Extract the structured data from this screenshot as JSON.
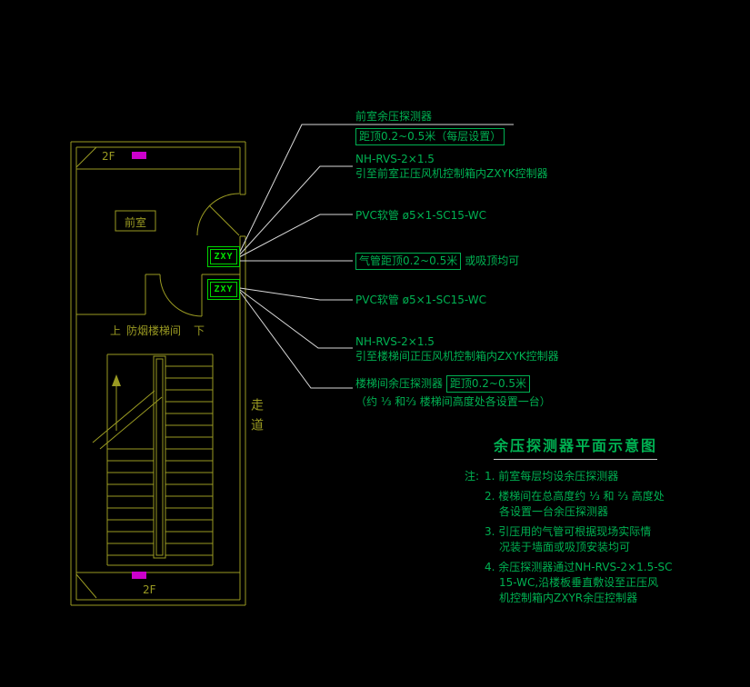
{
  "colors": {
    "background": "#000000",
    "plan_lines": "#9a9a22",
    "annotation_text": "#00b152",
    "detector_box": "#00d400",
    "leader_lines": "#d8d8d8",
    "level_marker": "#cc00cc"
  },
  "plan": {
    "floor_label_top": "2F",
    "floor_label_bottom": "2F",
    "vestibule_label": "前室",
    "stair_up_label": "上",
    "stairwell_label": "防烟楼梯间",
    "stair_down_label": "下",
    "corridor_label": "走道",
    "detector_tag_upper": "ZXY",
    "detector_tag_lower": "ZXY"
  },
  "callouts": [
    {
      "line1": "前室余压探测器",
      "line2_boxed": "距顶0.2~0.5米（每层设置）"
    },
    {
      "line1": "NH-RVS-2×1.5",
      "line2": "引至前室正压风机控制箱内ZXYK控制器"
    },
    {
      "line1": "PVC软管 ø5×1-SC15-WC"
    },
    {
      "boxed": "气管距顶0.2~0.5米",
      "rest": "或吸顶均可"
    },
    {
      "line1": "PVC软管 ø5×1-SC15-WC"
    },
    {
      "line1": "NH-RVS-2×1.5",
      "line2": "引至楼梯间正压风机控制箱内ZXYK控制器"
    },
    {
      "prefix": "楼梯间余压探测器  ",
      "boxed": "距顶0.2~0.5米",
      "line2": "（约 ⅓ 和⅔ 楼梯间高度处各设置一台）"
    }
  ],
  "title": "余压探测器平面示意图",
  "notes": {
    "prefix": "注:",
    "items": [
      {
        "lines": [
          "1. 前室每层均设余压探测器"
        ]
      },
      {
        "lines": [
          "2. 楼梯间在总高度约 ⅓ 和 ⅔ 高度处",
          "各设置一台余压探测器"
        ]
      },
      {
        "lines": [
          "3. 引压用的气管可根据现场实际情",
          "况装于墙面或吸顶安装均可"
        ]
      },
      {
        "lines": [
          "4. 余压探测器通过NH-RVS-2×1.5-SC",
          "15-WC,沿楼板垂直敷设至正压风",
          "机控制箱内ZXYR余压控制器"
        ]
      }
    ]
  }
}
